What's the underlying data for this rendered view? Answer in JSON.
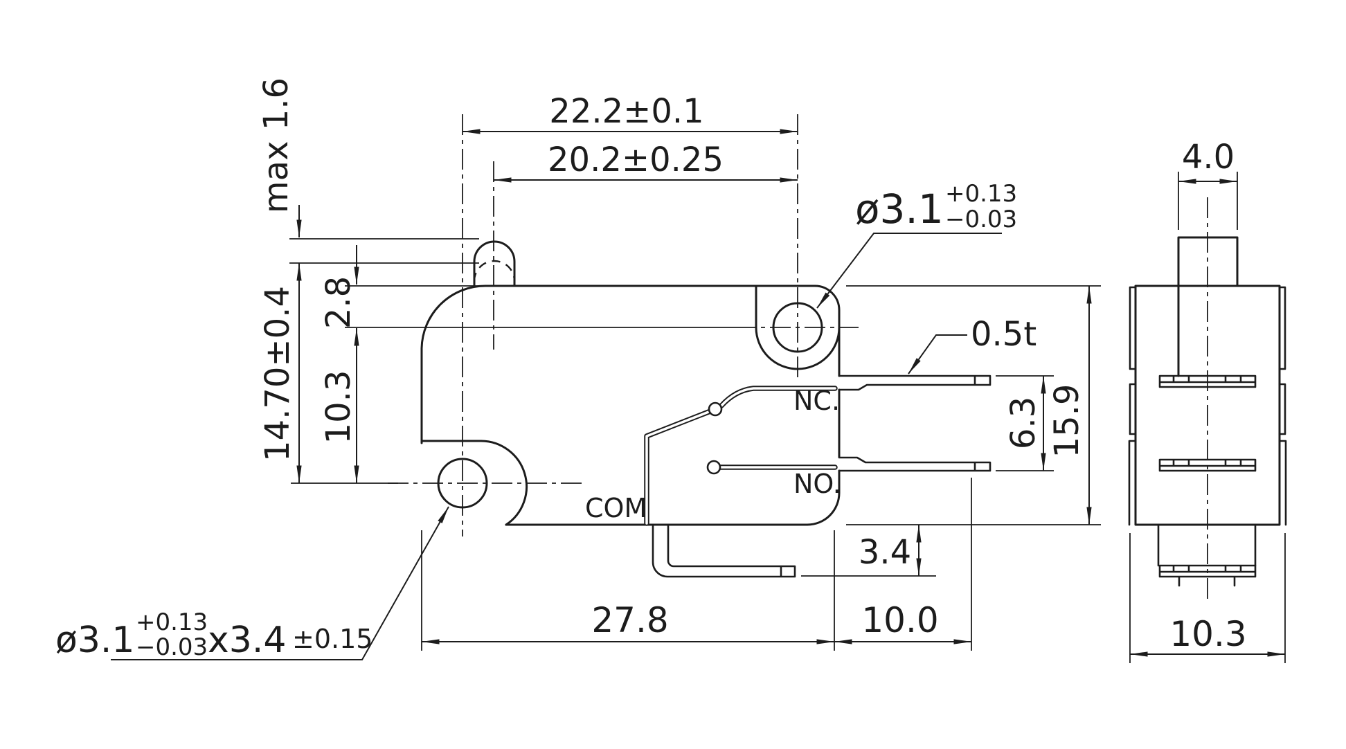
{
  "drawing": {
    "type": "engineering-drawing",
    "subject": "snap-action microswitch, dimensioned front and side views",
    "units": "mm",
    "line_color": "#1c1c1c",
    "background": "#ffffff"
  },
  "front": {
    "dim_mount_hole_spacing": "22.2±0.1",
    "dim_plunger_to_hole": "20.2±0.25",
    "dim_free_position": "max 1.6",
    "dim_operating_position": "14.70±0.4",
    "dim_hole_to_top": "2.8",
    "dim_hole_spacing_vertical": "10.3",
    "top_hole": {
      "diameter": "ø3.1",
      "tol_upper": "+0.13",
      "tol_lower": "−0.03"
    },
    "bottom_hole": {
      "diameter": "ø3.1",
      "tol_upper": "+0.13",
      "tol_lower": "−0.03",
      "depth": "x3.4",
      "depth_tol": "±0.15"
    },
    "dim_terminal_thickness": "0.5t",
    "dim_terminal_spacing": "6.3",
    "dim_body_height": "15.9",
    "dim_com_drop": "3.4",
    "dim_body_width": "27.8",
    "dim_terminal_length": "10.0",
    "label_nc": "NC.",
    "label_no": "NO.",
    "label_com": "COM"
  },
  "side": {
    "dim_plunger_width": "4.0",
    "dim_body_depth": "10.3"
  }
}
